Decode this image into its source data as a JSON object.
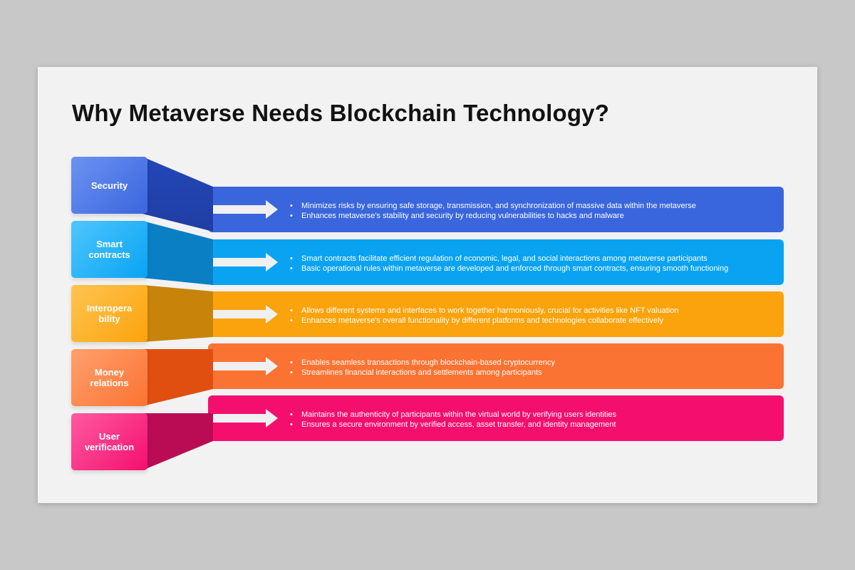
{
  "title": "Why Metaverse Needs Blockchain Technology?",
  "items": [
    {
      "label": "Security",
      "color": "#3a66dd",
      "bullets": [
        "Minimizes risks by ensuring safe storage, transmission, and synchronization of massive data within the metaverse",
        "Enhances metaverse's stability and security by reducing vulnerabilities to hacks and malware"
      ]
    },
    {
      "label": "Smart\ncontracts",
      "color": "#0aa3f2",
      "bullets": [
        "Smart contracts facilitate efficient regulation of economic, legal, and social interactions among metaverse participants",
        "Basic operational rules within metaverse are developed and enforced through smart contracts, ensuring smooth functioning"
      ]
    },
    {
      "label": "Interopera\nbility",
      "color": "#fba30c",
      "bullets": [
        "Allows different systems and interfaces to work together harmoniously, crucial for activities like NFT valuation",
        "Enhances metaverse's overall functionality by different platforms and technologies collaborate effectively"
      ]
    },
    {
      "label": "Money\nrelations",
      "color": "#fb7332",
      "bullets": [
        "Enables seamless transactions through blockchain-based cryptocurrency",
        "Streamlines financial interactions and settlements among participants"
      ]
    },
    {
      "label": "User\nverification",
      "color": "#f40f6f",
      "bullets": [
        "Maintains the authenticity of participants within the virtual world by verifying users identities",
        "Ensures a secure environment by verified access, asset transfer, and identity management"
      ]
    }
  ]
}
